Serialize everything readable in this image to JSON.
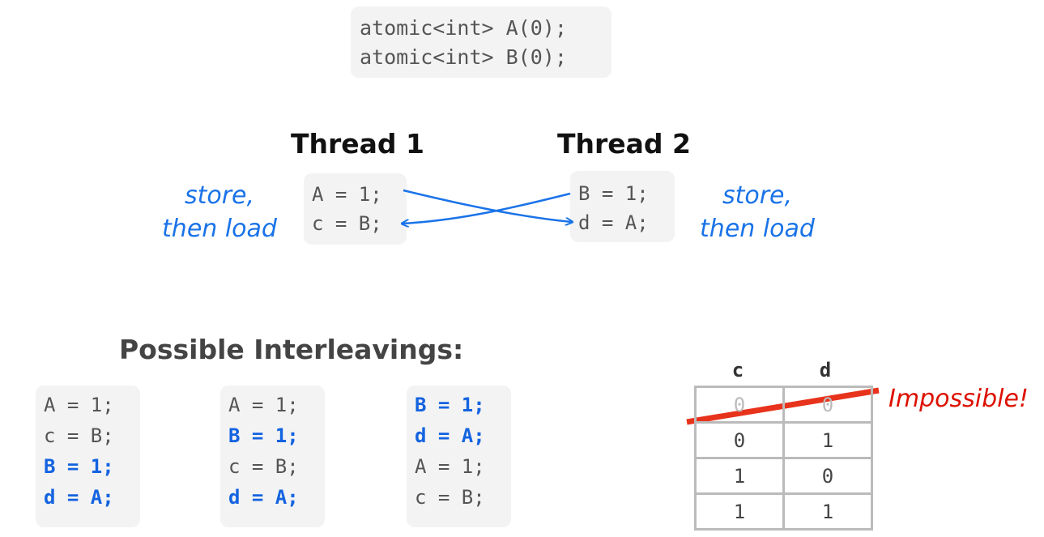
{
  "declarations": [
    "atomic<int> A(0);",
    "atomic<int> B(0);"
  ],
  "thread1": {
    "title": "Thread 1",
    "lines": [
      "A = 1;",
      "c = B;"
    ]
  },
  "thread2": {
    "title": "Thread 2",
    "lines": [
      "B = 1;",
      "d = A;"
    ]
  },
  "notes": {
    "left": [
      "store,",
      "then load"
    ],
    "right": [
      "store,",
      "then load"
    ]
  },
  "interleavings": {
    "heading": "Possible Interleavings:",
    "sequences": [
      {
        "lines": [
          {
            "text": "A = 1;",
            "thread": 1
          },
          {
            "text": "c = B;",
            "thread": 1
          },
          {
            "text": "B = 1;",
            "thread": 2
          },
          {
            "text": "d = A;",
            "thread": 2
          }
        ]
      },
      {
        "lines": [
          {
            "text": "A = 1;",
            "thread": 1
          },
          {
            "text": "B = 1;",
            "thread": 2
          },
          {
            "text": "c = B;",
            "thread": 1
          },
          {
            "text": "d = A;",
            "thread": 2
          }
        ]
      },
      {
        "lines": [
          {
            "text": "B = 1;",
            "thread": 2
          },
          {
            "text": "d = A;",
            "thread": 2
          },
          {
            "text": "A = 1;",
            "thread": 1
          },
          {
            "text": "c = B;",
            "thread": 1
          }
        ]
      }
    ]
  },
  "results": {
    "columns": [
      "c",
      "d"
    ],
    "rows": [
      {
        "c": "0",
        "d": "0",
        "impossible": true
      },
      {
        "c": "0",
        "d": "1"
      },
      {
        "c": "1",
        "d": "0"
      },
      {
        "c": "1",
        "d": "1"
      }
    ],
    "impossible_label": "Impossible!"
  },
  "colors": {
    "thread2_highlight": "#1463e0",
    "arrow": "#1a73e8",
    "strike": "#e8331c"
  }
}
